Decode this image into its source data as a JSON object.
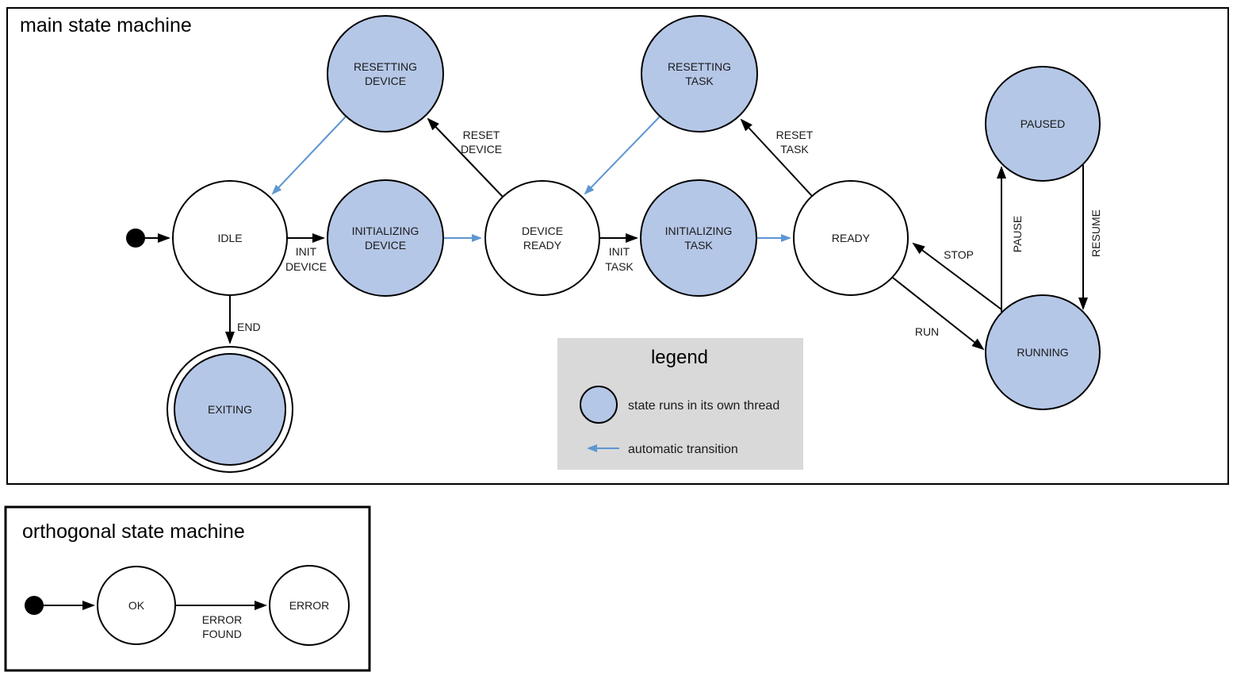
{
  "main": {
    "title": "main state machine",
    "states": {
      "idle": {
        "label": "IDLE"
      },
      "resetting_device": {
        "line1": "RESETTING",
        "line2": "DEVICE"
      },
      "initializing_device": {
        "line1": "INITIALIZING",
        "line2": "DEVICE"
      },
      "device_ready": {
        "line1": "DEVICE",
        "line2": "READY"
      },
      "resetting_task": {
        "line1": "RESETTING",
        "line2": "TASK"
      },
      "initializing_task": {
        "line1": "INITIALIZING",
        "line2": "TASK"
      },
      "ready": {
        "label": "READY"
      },
      "paused": {
        "label": "PAUSED"
      },
      "running": {
        "label": "RUNNING"
      },
      "exiting": {
        "label": "EXITING"
      }
    },
    "transitions": {
      "init_device": {
        "line1": "INIT",
        "line2": "DEVICE"
      },
      "reset_device": {
        "line1": "RESET",
        "line2": "DEVICE"
      },
      "init_task": {
        "line1": "INIT",
        "line2": "TASK"
      },
      "reset_task": {
        "line1": "RESET",
        "line2": "TASK"
      },
      "end": {
        "label": "END"
      },
      "run": {
        "label": "RUN"
      },
      "stop": {
        "label": "STOP"
      },
      "pause": {
        "label": "PAUSE"
      },
      "resume": {
        "label": "RESUME"
      }
    }
  },
  "legend": {
    "title": "legend",
    "items": {
      "thread": {
        "label": "state runs in its own thread"
      },
      "auto": {
        "label": "automatic transition"
      }
    }
  },
  "orthogonal": {
    "title": "orthogonal state machine",
    "states": {
      "ok": {
        "label": "OK"
      },
      "error": {
        "label": "ERROR"
      }
    },
    "transitions": {
      "error_found": {
        "line1": "ERROR",
        "line2": "FOUND"
      }
    }
  },
  "colors": {
    "thread_state_fill": "#b5c7e7",
    "auto_transition_color": "#5f96d2",
    "legend_bg": "#d9d9d9"
  }
}
